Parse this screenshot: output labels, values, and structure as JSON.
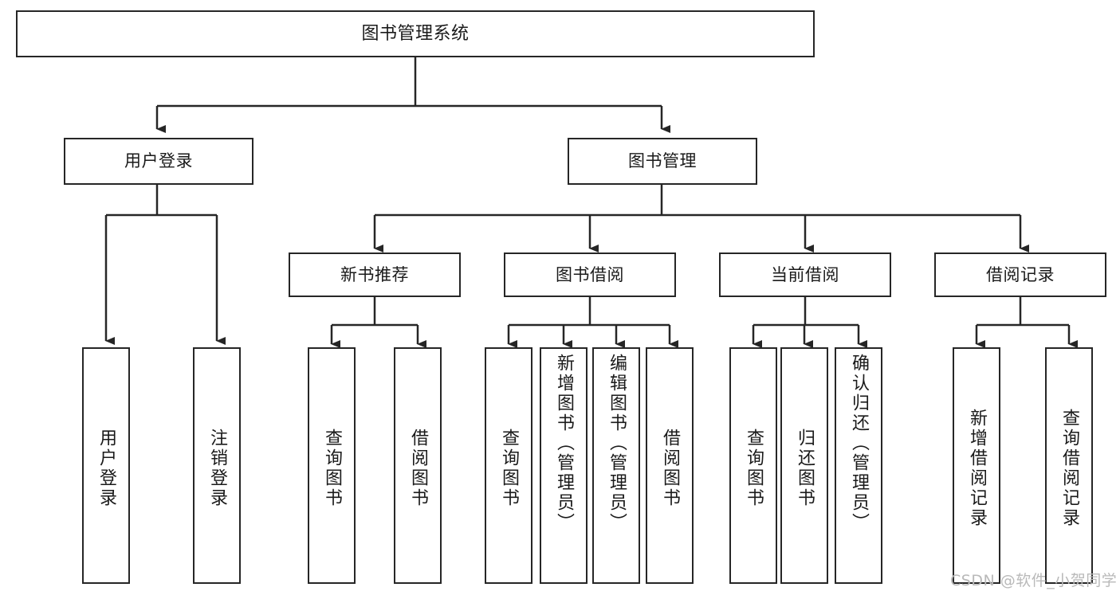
{
  "diagram": {
    "title": "图书管理系统",
    "type": "tree-hierarchy",
    "nodes": {
      "root": {
        "label": "图书管理系统"
      },
      "level2": [
        {
          "id": "user-login",
          "label": "用户登录"
        },
        {
          "id": "book-management",
          "label": "图书管理"
        }
      ],
      "level3": [
        {
          "id": "new-book-recommend",
          "label": "新书推荐"
        },
        {
          "id": "book-borrow",
          "label": "图书借阅"
        },
        {
          "id": "current-borrow",
          "label": "当前借阅"
        },
        {
          "id": "borrow-record",
          "label": "借阅记录"
        }
      ],
      "leaves": {
        "user_login": [
          {
            "id": "leaf-user-login",
            "label": "用户登录"
          },
          {
            "id": "leaf-logout-login",
            "label": "注销登录"
          }
        ],
        "new_book_recommend": [
          {
            "id": "leaf-query-book-1",
            "label": "查询图书"
          },
          {
            "id": "leaf-borrow-book-1",
            "label": "借阅图书"
          }
        ],
        "book_borrow": [
          {
            "id": "leaf-query-book-2",
            "label": "查询图书"
          },
          {
            "id": "leaf-add-book",
            "label": "新增图书（管理员）"
          },
          {
            "id": "leaf-edit-book",
            "label": "编辑图书（管理员）"
          },
          {
            "id": "leaf-borrow-book-2",
            "label": "借阅图书"
          }
        ],
        "current_borrow": [
          {
            "id": "leaf-query-book-3",
            "label": "查询图书"
          },
          {
            "id": "leaf-return-book",
            "label": "归还图书"
          },
          {
            "id": "leaf-confirm-return",
            "label": "确认归还（管理员）"
          }
        ],
        "borrow_record": [
          {
            "id": "leaf-add-record",
            "label": "新增借阅记录"
          },
          {
            "id": "leaf-query-record",
            "label": "查询借阅记录"
          }
        ]
      }
    },
    "watermark": "CSDN @软件_小贺同学",
    "colors": {
      "stroke": "#262626",
      "text": "#1a1a1a",
      "background": "#ffffff",
      "watermark": "#b9b9b9"
    }
  }
}
